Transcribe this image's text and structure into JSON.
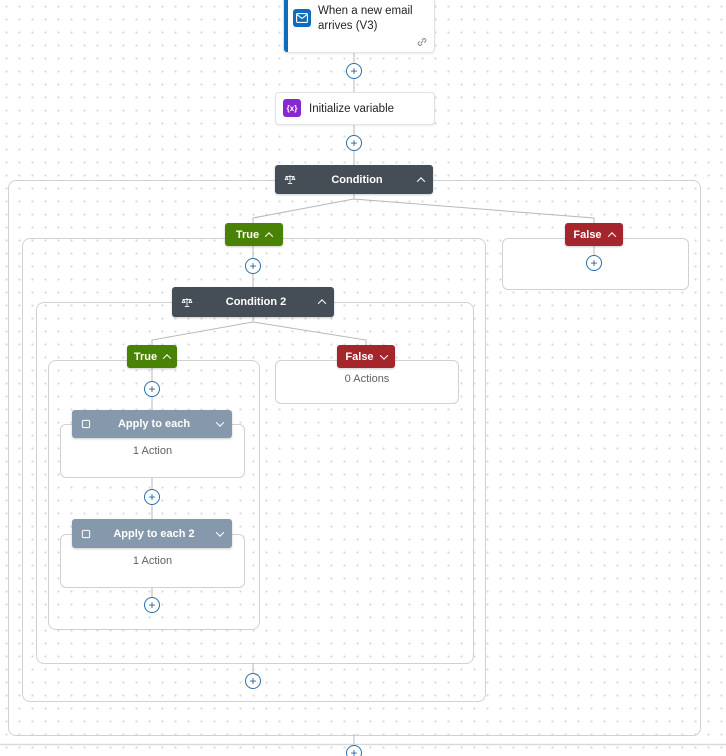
{
  "trigger": {
    "title": "When a new email arrives (V3)"
  },
  "initialize_variable": {
    "title": "Initialize variable",
    "icon_glyph": "{x}"
  },
  "condition": {
    "title": "Condition"
  },
  "condition2": {
    "title": "Condition 2"
  },
  "labels": {
    "true": "True",
    "false": "False"
  },
  "apply_to_each": {
    "title": "Apply to each",
    "summary": "1 Action"
  },
  "apply_to_each_2": {
    "title": "Apply to each 2",
    "summary": "1 Action"
  },
  "false_branch_2": {
    "summary": "0 Actions"
  },
  "plus_glyph": "+",
  "colors": {
    "accent_blue": "#0f6cbd",
    "condition_header": "#454e56",
    "true_green": "#498205",
    "false_red": "#a4262c",
    "apply_header": "#8699ac",
    "variable_purple": "#8727cf"
  }
}
